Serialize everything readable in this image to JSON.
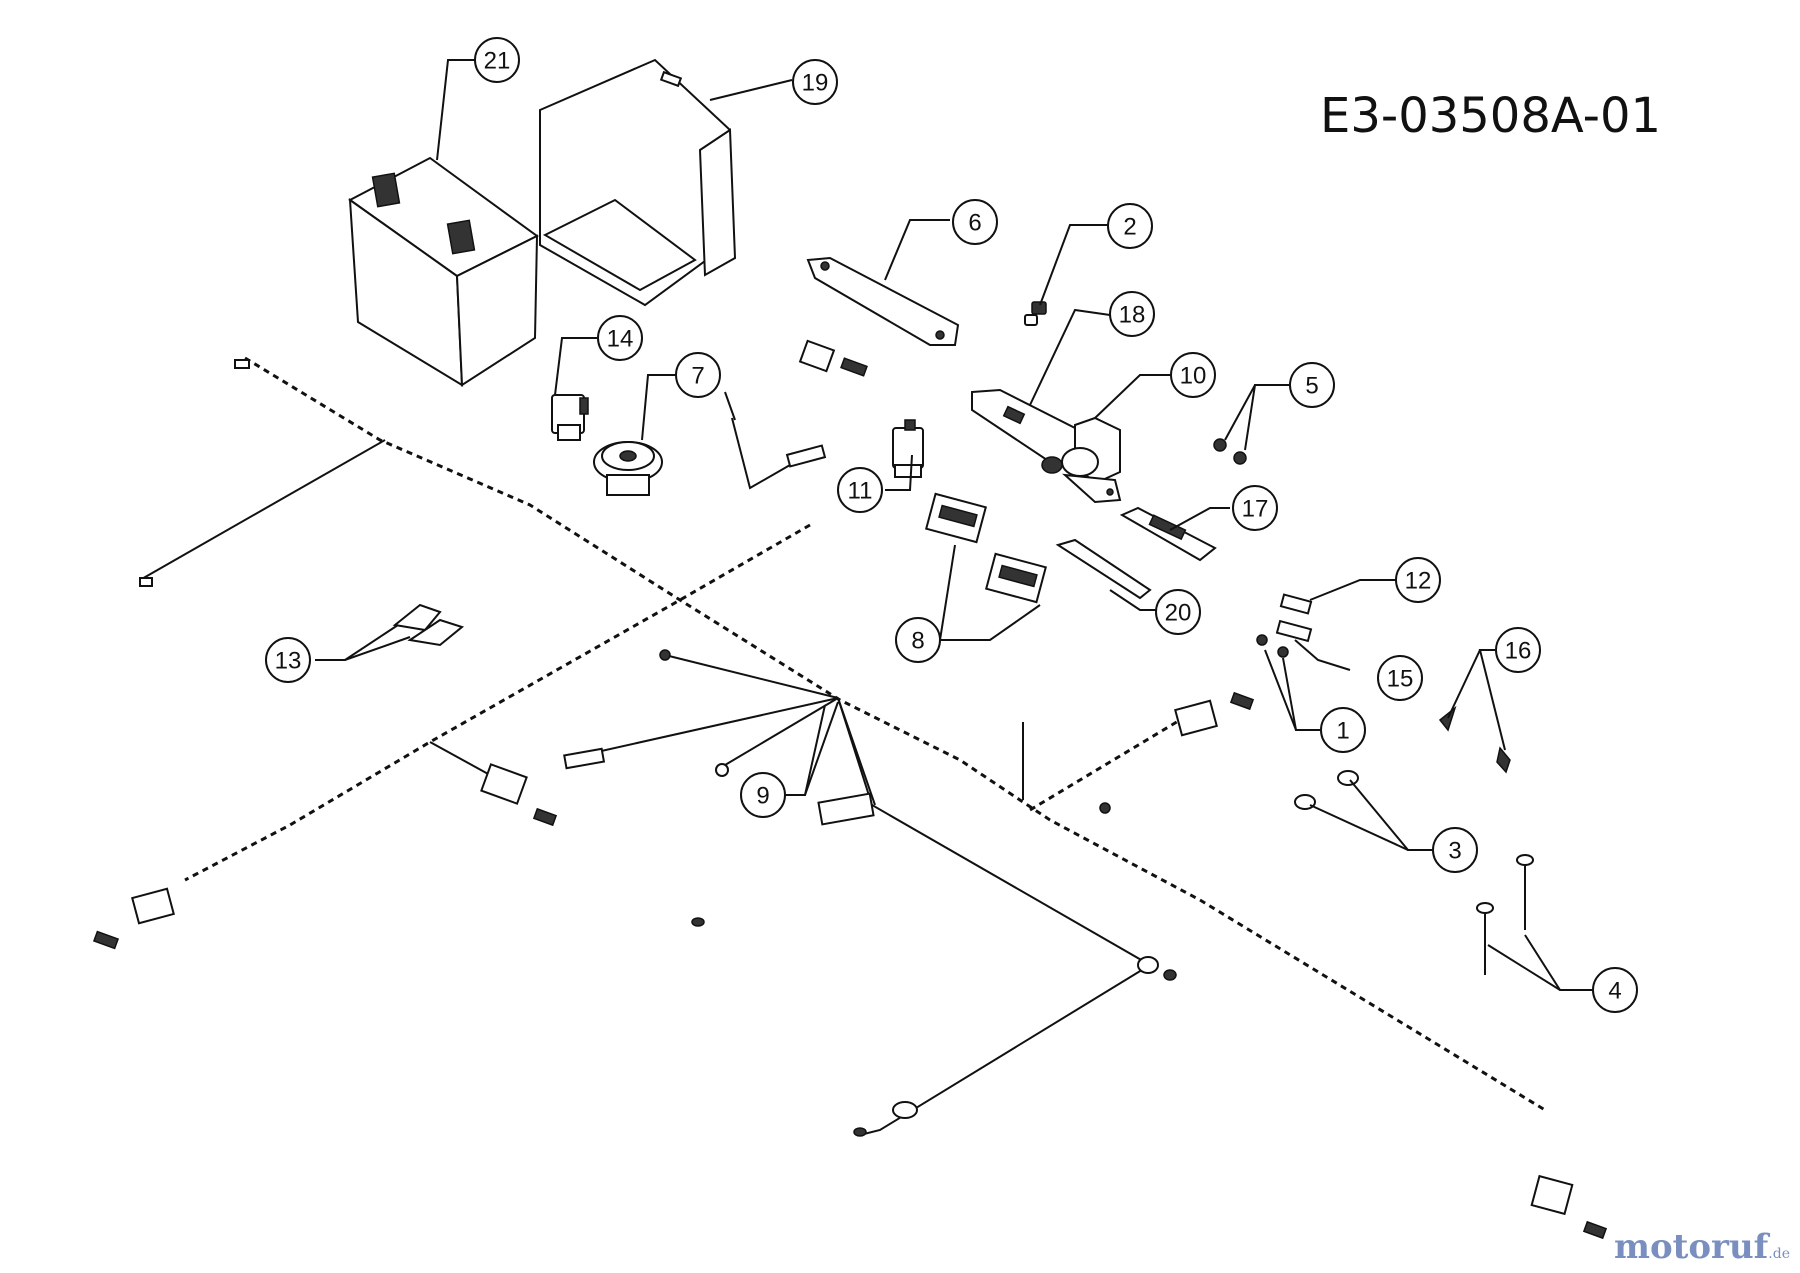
{
  "drawing_code": "E3-03508A-01",
  "watermark": {
    "main": "motoruf",
    "suffix": ".de"
  },
  "callouts": [
    "21",
    "19",
    "6",
    "2",
    "18",
    "10",
    "5",
    "14",
    "7",
    "11",
    "17",
    "12",
    "8",
    "20",
    "15",
    "16",
    "13",
    "1",
    "9",
    "3",
    "4"
  ]
}
